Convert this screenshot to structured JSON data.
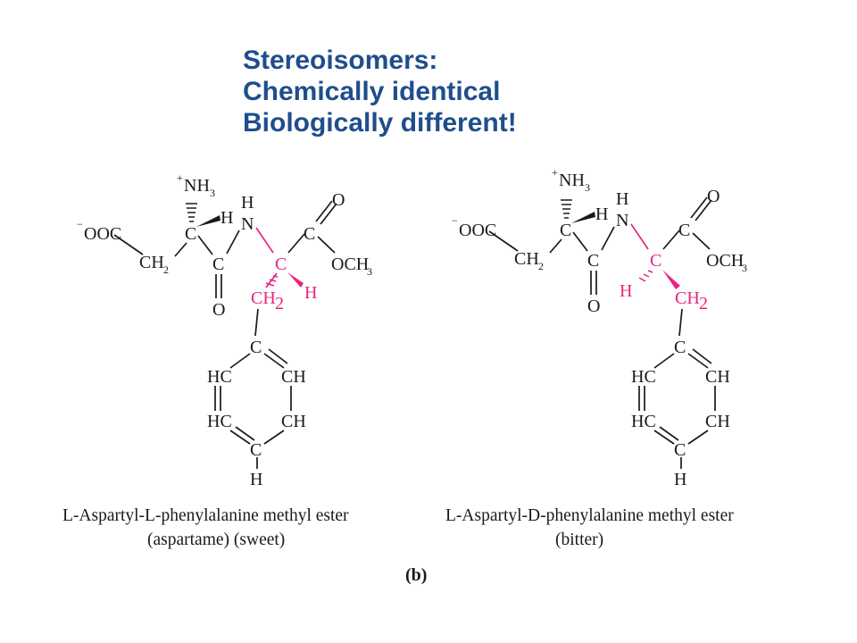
{
  "title": {
    "line1": "Stereoisomers:",
    "line2": "Chemically identical",
    "line3": "Biologically different!"
  },
  "atoms": {
    "nh3_n": "NH",
    "nh3_sub": "3",
    "plus": "+",
    "minus": "−",
    "ooc": "OOC",
    "c": "C",
    "h": "H",
    "n": "N",
    "o": "O",
    "ch2_c": "CH",
    "ch2_sub": "2",
    "och3_o": "OCH",
    "och3_sub": "3",
    "hc": "HC",
    "ch": "CH"
  },
  "molecules": [
    {
      "caption_line1": "L-Aspartyl-L-phenylalanine methyl ester",
      "caption_line2": "(aspartame) (sweet)"
    },
    {
      "caption_line1": "L-Aspartyl-D-phenylalanine methyl ester",
      "caption_line2": "(bitter)"
    }
  ],
  "panel_label": "(b)",
  "colors": {
    "title": "#1f4e8c",
    "highlight": "#e8237f",
    "ink": "#1a1a1a"
  }
}
